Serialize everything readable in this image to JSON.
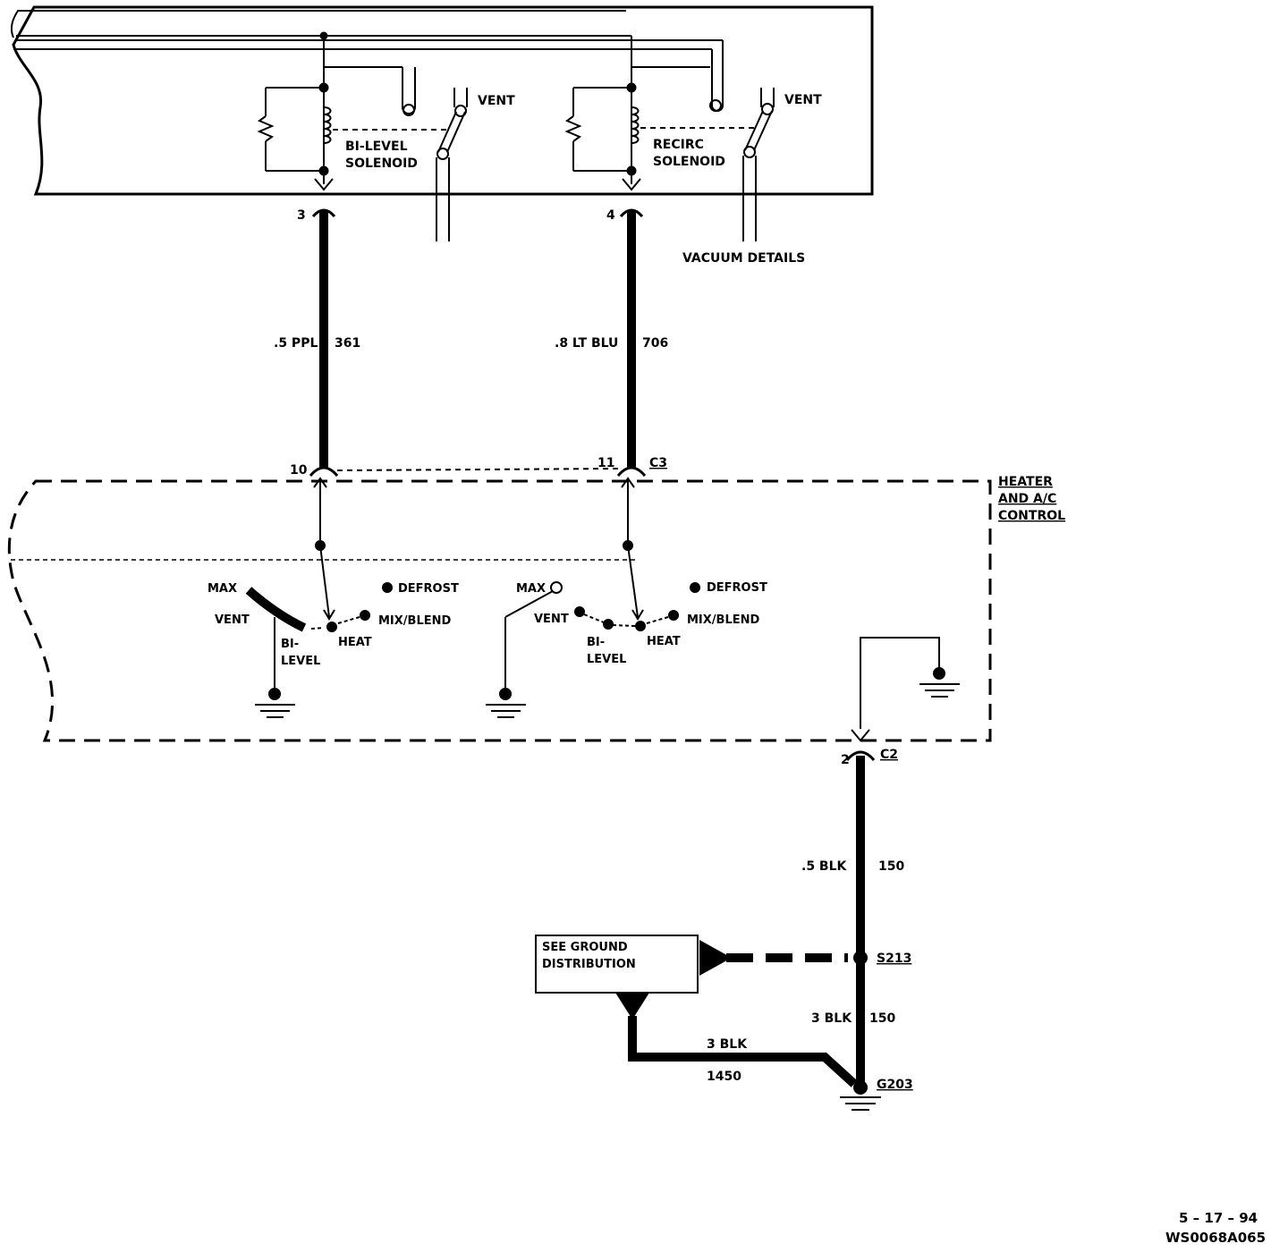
{
  "vent_left": "VENT",
  "vent_right": "VENT",
  "bilevel_solenoid": [
    "BI-LEVEL",
    "SOLENOID"
  ],
  "recirc_solenoid": [
    "RECIRC",
    "SOLENOID"
  ],
  "vacuum_details": "VACUUM DETAILS",
  "pin_3": "3",
  "pin_4": "4",
  "wire_left": {
    "gauge_color": ".5 PPL",
    "circuit": "361"
  },
  "wire_right": {
    "gauge_color": ".8 LT BLU",
    "circuit": "706"
  },
  "pin_10": "10",
  "pin_11": "11",
  "connector_c3": "C3",
  "control_label": [
    "HEATER",
    "AND A/C",
    "CONTROL"
  ],
  "switch_left": {
    "max": "MAX",
    "vent": "VENT",
    "bi": "BI-",
    "level": "LEVEL",
    "heat": "HEAT",
    "mix": "MIX/BLEND",
    "defrost": "DEFROST"
  },
  "switch_right": {
    "max": "MAX",
    "vent": "VENT",
    "bi": "BI-",
    "level": "LEVEL",
    "heat": "HEAT",
    "mix": "MIX/BLEND",
    "defrost": "DEFROST"
  },
  "pin_2": "2",
  "connector_c2": "C2",
  "wire_ground_top": {
    "gauge_color": ".5  BLK",
    "circuit": "150"
  },
  "see_ground": [
    "SEE  GROUND",
    "DISTRIBUTION"
  ],
  "splice": "S213",
  "wire_ground_bottom": {
    "gauge_color": "3 BLK",
    "circuit": "150"
  },
  "wire_ground_side": {
    "gauge_color": "3 BLK",
    "circuit": "1450"
  },
  "ground_g203": "G203",
  "date": "5 – 17 – 94",
  "doc_id": "WS0068A065"
}
